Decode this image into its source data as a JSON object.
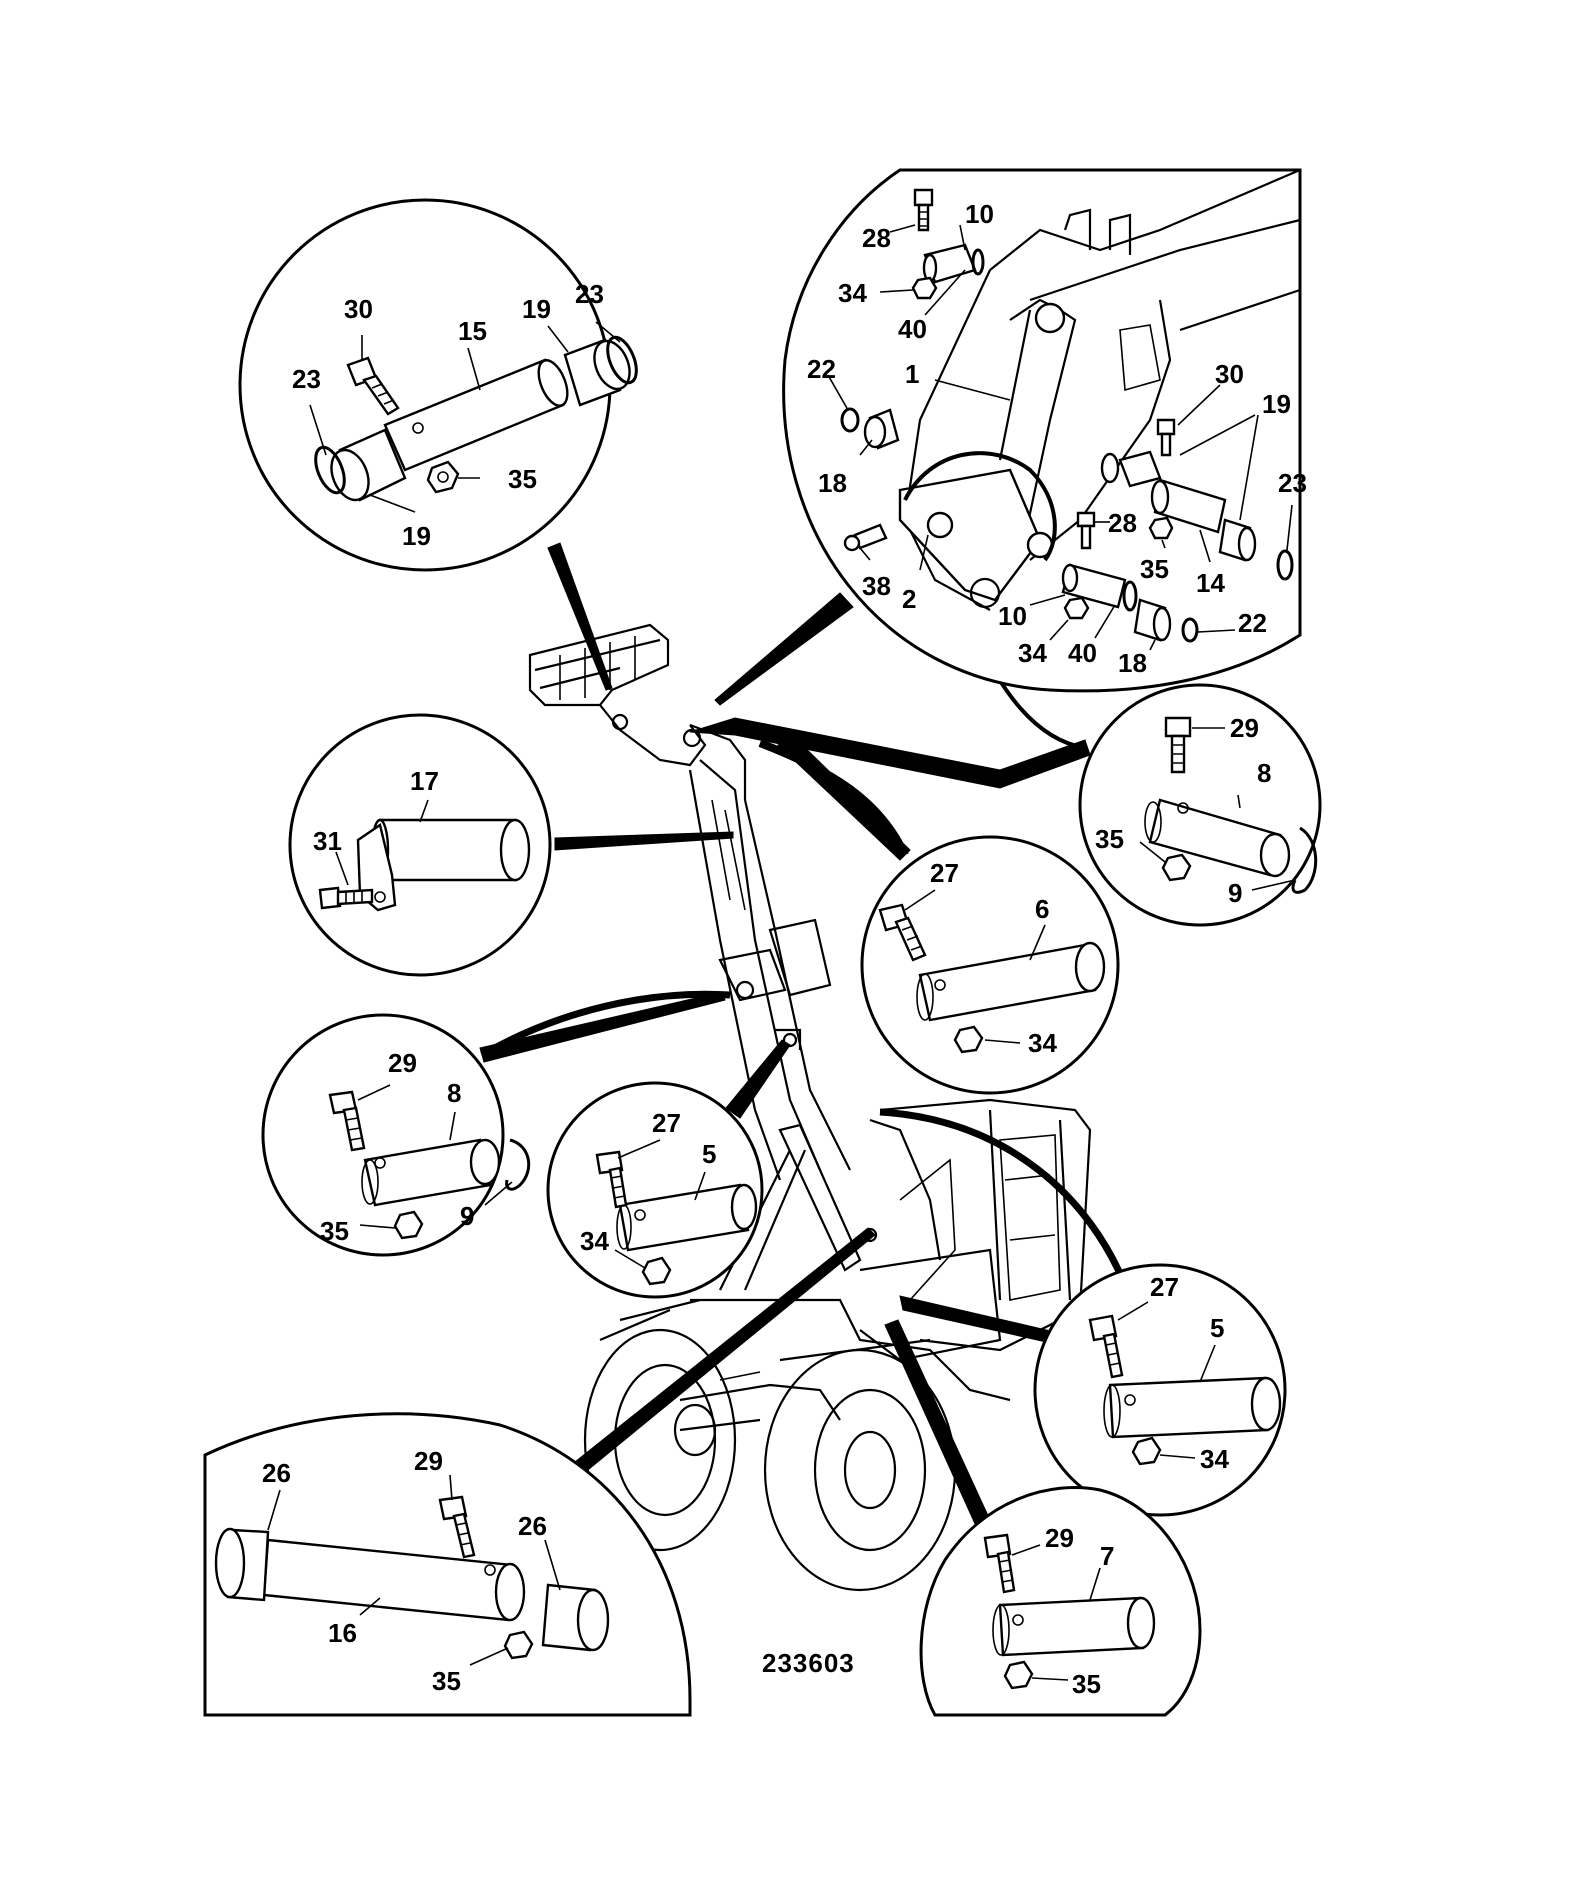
{
  "drawing_number": "233603",
  "callouts": {
    "c1": {
      "a": "30",
      "b": "15",
      "c": "19",
      "d": "23",
      "e": "23",
      "f": "35",
      "g": "19"
    },
    "c2": {
      "a": "28",
      "b": "10",
      "c": "34",
      "d": "40",
      "e": "22",
      "f": "1",
      "g": "30",
      "h": "19",
      "i": "18",
      "j": "23",
      "k": "28",
      "l": "35",
      "m": "14",
      "n": "38",
      "o": "2",
      "p": "10",
      "q": "22",
      "r": "34",
      "s": "40",
      "t": "18"
    },
    "c3": {
      "a": "17",
      "b": "31"
    },
    "c4": {
      "a": "29",
      "b": "8",
      "c": "35",
      "d": "9"
    },
    "c5": {
      "a": "27",
      "b": "6",
      "c": "34"
    },
    "c6": {
      "a": "29",
      "b": "8",
      "c": "35",
      "d": "9"
    },
    "c7": {
      "a": "27",
      "b": "5",
      "c": "34"
    },
    "c8": {
      "a": "27",
      "b": "5",
      "c": "34"
    },
    "c9": {
      "a": "26",
      "b": "29",
      "c": "26",
      "d": "16",
      "e": "35"
    },
    "c10": {
      "a": "29",
      "b": "7",
      "c": "35"
    }
  }
}
